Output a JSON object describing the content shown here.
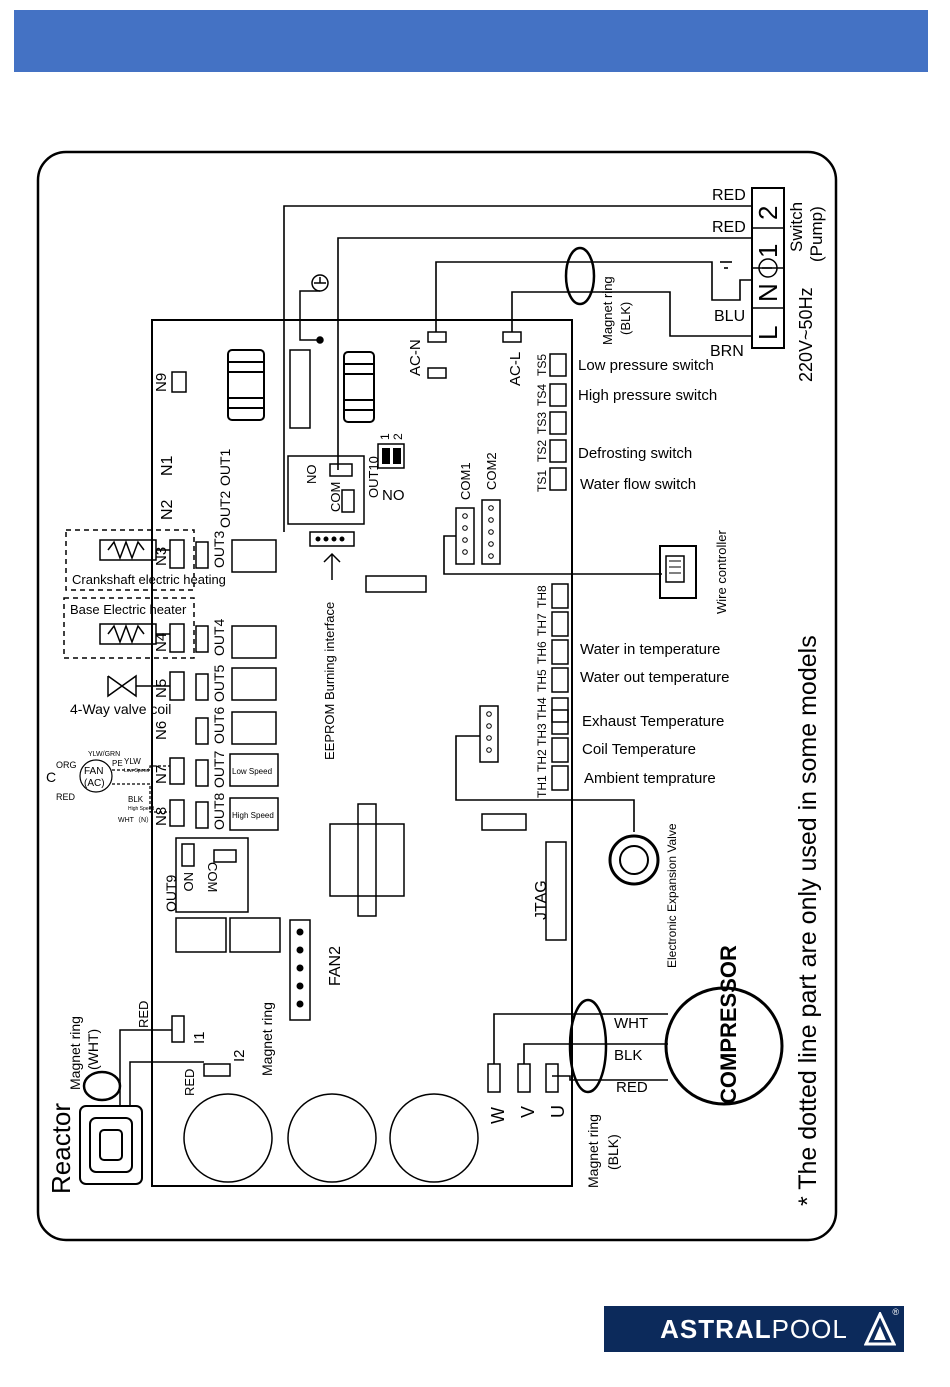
{
  "header": {
    "color": "#4472c4"
  },
  "diagram": {
    "power": {
      "red1": "RED",
      "red2": "RED",
      "blu": "BLU",
      "brn": "BRN",
      "terminal_1": "1",
      "terminal_2": "2",
      "terminal_l": "L",
      "terminal_n": "N",
      "switch_label": "Switch",
      "pump_label": "(Pump)",
      "supply_label": "220V~50Hz",
      "ring_label_1": "Magnet ring",
      "ring_label_2": "(BLK)"
    },
    "pcb": {
      "n1": "N1",
      "n2": "N2",
      "n3": "N3",
      "n4": "N4",
      "n5": "N5",
      "n6": "N6",
      "n7": "N7",
      "n8": "N8",
      "n9": "N9",
      "out1": "OUT1",
      "out2": "OUT2",
      "out3": "OUT3",
      "out4": "OUT4",
      "out5": "OUT5",
      "out6": "OUT6",
      "out7": "OUT7",
      "out8": "OUT8",
      "out9": "OUT9",
      "out10": "OUT10",
      "no": "NO",
      "com": "COM",
      "no9": "NO",
      "com9": "COM",
      "dip1": "1",
      "dip2": "2",
      "acn": "AC-N",
      "acl": "AC-L",
      "com1": "COM1",
      "com2": "COM2",
      "ts1": "TS1",
      "ts2": "TS2",
      "ts3": "TS3",
      "ts4": "TS4",
      "ts5": "TS5",
      "th1": "TH1",
      "th2": "TH2",
      "th3": "TH3",
      "th4": "TH4",
      "th5": "TH5",
      "th6": "TH6",
      "th7": "TH7",
      "th8": "TH8",
      "eeprom": "EEPROM Burning interface",
      "jtag": "JTAG",
      "fan2": "FAN2",
      "magnet_ring": "Magnet ring",
      "i1": "I1",
      "i2": "I2",
      "low_speed": "Low Speed",
      "high_speed": "High Speed",
      "w": "W",
      "v": "V",
      "u": "U"
    },
    "switches": {
      "low_pressure": "Low pressure switch",
      "high_pressure": "High pressure switch",
      "defrosting": "Defrosting switch",
      "water_flow": "Water flow switch"
    },
    "sensors": {
      "water_in": "Water in temperature",
      "water_out": "Water out temperature",
      "exhaust": "Exhaust Temperature",
      "coil": "Coil Temperature",
      "ambient": "Ambient temprature"
    },
    "peripherals": {
      "wire_controller": "Wire controller",
      "eev": "Electronic Expansion Valve",
      "compressor": "COMPRESSOR",
      "wht": "WHT",
      "blk": "BLK",
      "red": "RED",
      "ring_label_1": "Magnet ring",
      "ring_label_2": "(BLK)"
    },
    "left_side": {
      "crankshaft": "Crankshaft electric heating",
      "base_heater": "Base Electric heater",
      "valve": "4-Way valve coil",
      "fan": "FAN",
      "fan_ac": "(AC)",
      "c": "C",
      "org": "ORG",
      "red": "RED",
      "ylw_grn": "YLW/GRN",
      "pe": "PE",
      "ylw": "YLW",
      "ylw_sub": "Low Speed",
      "blk": "BLK",
      "blk_sub": "High Speed",
      "wht": "WHT（N）"
    },
    "reactor": {
      "title": "Reactor",
      "ring_1": "Magnet ring",
      "ring_2": "(WHT)",
      "red_top": "RED",
      "red_bottom": "RED"
    },
    "footnote": "* The dotted line part are only used in some models"
  },
  "logo": {
    "part_a": "ASTRAL",
    "part_b": "POOL",
    "reg": "®",
    "color": "#0c2a5b"
  }
}
